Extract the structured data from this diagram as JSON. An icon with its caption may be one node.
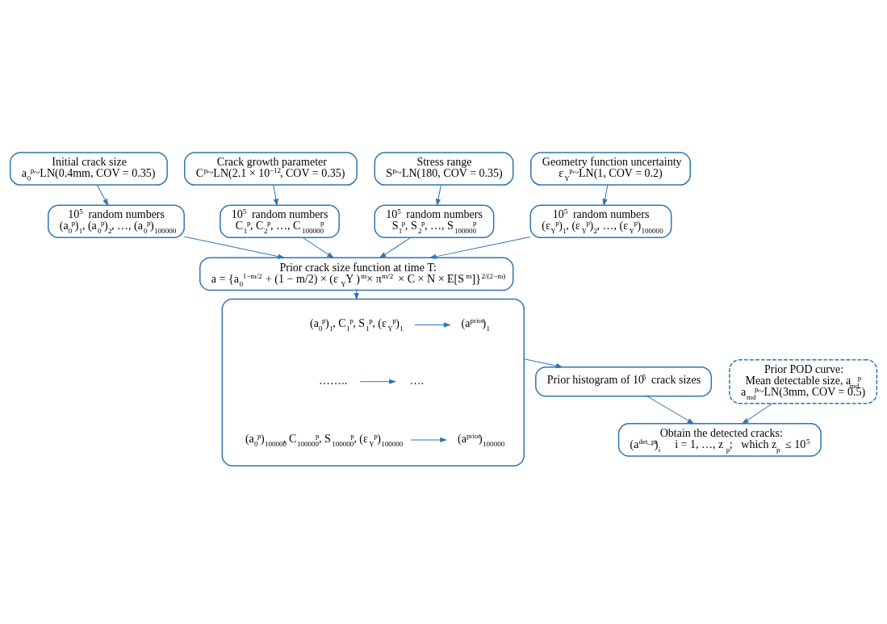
{
  "diagram": {
    "nodes": [
      {
        "text": [
          "Initial crack size",
          "a$_{0}$$^{p}$~LN(0.4mm, COV = 0.35)"
        ]
      },
      {
        "text": [
          "Crack growth parameter",
          "C$^{p}$~LN(2.1 × 10$^{−12}$, COV = 0.35)"
        ]
      },
      {
        "text": [
          "Stress range",
          "S$^{p}$~LN(180, COV = 0.35)"
        ]
      },
      {
        "text": [
          "Geometry function uncertainty",
          "ε$_{Y}$$^{p}$~LN(1, COV = 0.2)"
        ]
      },
      {
        "text": [
          "10$^{5}$ random numbers",
          "(a$_{0}$$^{p}$)$_{1}$, (a$_{0}$$^{p}$)$_{2}$, …, (a$_{0}$$^{p}$)$_{100000}$"
        ]
      },
      {
        "text": [
          "10$^{5}$ random numbers",
          "C$_{1}$$^{p}$, C$_{2}$$^{p}$, …, C$_{100000}$$^{p}$"
        ]
      },
      {
        "text": [
          "10$^{5}$ random numbers",
          "S$_{1}$$^{p}$, S$_{2}$$^{p}$, …, S$_{100000}$$^{p}$"
        ]
      },
      {
        "text": [
          "10$^{5}$ random numbers",
          "(ε$_{Y}$$^{p}$)$_{1}$, (ε$_{Y}$$^{p}$)$_{2}$, …, (ε$_{Y}$$^{p}$)$_{100000}$"
        ]
      },
      {
        "text": [
          "Prior crack size function at time T:",
          "a = {a$_{0}$$^{1−m/2}$ + (1 − m/2) × (ε$_{Y}$Y )$^{m}$× π$^{m/2}$ × C × N × E[S$^{m}$]}$^{2/(2−m)}$"
        ]
      },
      {
        "text": [],
        "shape": "box"
      },
      {
        "text": [
          "(a$_{0}$$^{p}$)$_{1}$, C$_{1}$$^{p}$, S$_{1}$$^{p}$, (ε$_{Y}$$^{p}$)$_{1}$"
        ],
        "in": 9
      },
      {
        "text": [
          "(a$^{prior}$)$_{1}$"
        ],
        "in": 9
      },
      {
        "text": [
          "…….."
        ],
        "in": 9
      },
      {
        "text": [
          "…."
        ],
        "in": 9
      },
      {
        "text": [
          "(a$_{0}$$^{p}$)$_{100000}$, C$_{100000}$$^{p}$, S$_{100000}$$^{p}$, (ε$_{Y}$$^{p}$)$_{100000}$"
        ],
        "in": 9
      },
      {
        "text": [
          "(a$^{prior}$)$_{100000}$"
        ],
        "in": 9
      },
      {
        "text": [
          "Prior POD curve:",
          "Mean detectable size, a$_{md}$$^{p}$",
          "a$_{md}$$^{p}$~LN(3mm, COV = 0.5)"
        ]
      },
      {
        "text": [
          "Prior histogram of 10$^{5}$ crack sizes"
        ]
      },
      {
        "text": [
          "Obtain the detected cracks:",
          "(a$^{det_pr}$)$_{i}$    i = 1, …, z$_{p}$;   which z$_{p}$ ≤ 10$^{5}$"
        ]
      }
    ],
    "edges": [
      {
        "from": 0,
        "to": 4,
        "arrow": "to"
      },
      {
        "from": 1,
        "to": 5,
        "arrow": "to"
      },
      {
        "from": 2,
        "to": 6,
        "arrow": "to"
      },
      {
        "from": 3,
        "to": 7,
        "arrow": "to"
      },
      {
        "from": 4,
        "to": 8,
        "arrow": "to"
      },
      {
        "from": 5,
        "to": 8,
        "arrow": "to"
      },
      {
        "from": 6,
        "to": 8,
        "arrow": "to"
      },
      {
        "from": 7,
        "to": 8,
        "arrow": "to"
      },
      {
        "from": 8,
        "to": 9,
        "arrow": "to"
      },
      {
        "from": 10,
        "to": 11,
        "arrow": "to"
      },
      {
        "from": 12,
        "to": 13,
        "arrow": "to"
      },
      {
        "from": 14,
        "to": 15,
        "arrow": "to"
      },
      {
        "from": 9,
        "to": 17,
        "arrow": "to"
      },
      {
        "from": 16,
        "to": 18,
        "arrow": "to"
      },
      {
        "from": 17,
        "to": 18,
        "arrow": "to"
      }
    ]
  }
}
